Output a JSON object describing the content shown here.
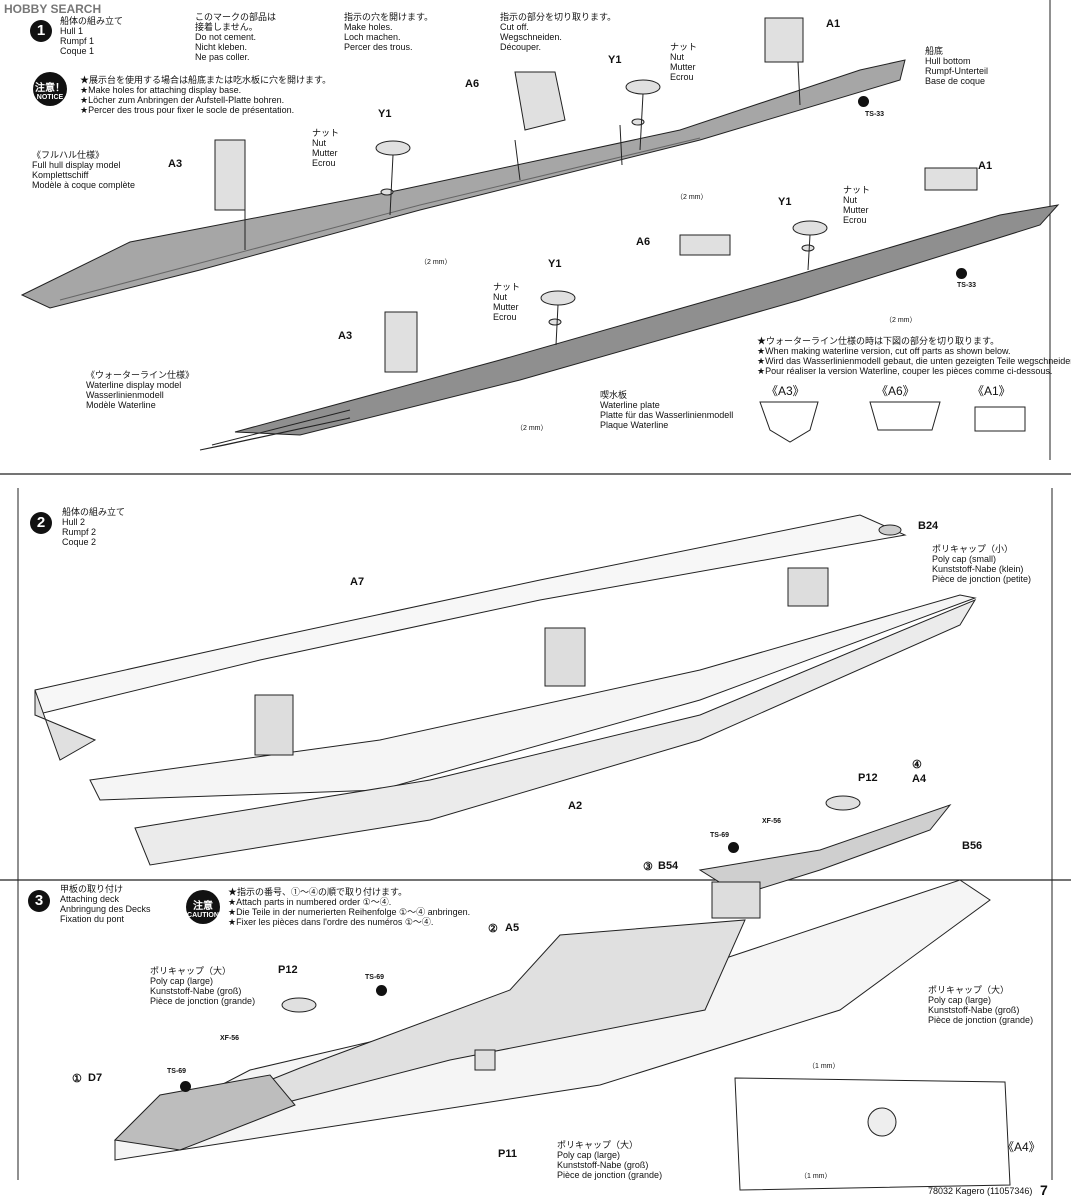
{
  "watermark": "HOBBY SEARCH",
  "legend": {
    "no_cement": [
      "このマークの部品は",
      "接着しません。",
      "Do not cement.",
      "Nicht kleben.",
      "Ne pas coller."
    ],
    "make_holes": [
      "指示の穴を開けます。",
      "Make holes.",
      "Loch machen.",
      "Percer des trous."
    ],
    "cut_off": [
      "指示の部分を切り取ります。",
      "Cut off.",
      "Wegschneiden.",
      "Découper."
    ]
  },
  "step1": {
    "number": "1",
    "title": [
      "船体の組み立て",
      "Hull 1",
      "Rumpf 1",
      "Coque 1"
    ],
    "notice_jp": "注意！",
    "notice_en": "NOTICE",
    "notice": [
      "★展示台を使用する場合は船底または吃水板に穴を開けます。",
      "★Make holes for attaching display base.",
      "★Löcher zum Anbringen der Aufstell-Platte bohren.",
      "★Percer des trous pour fixer le socle de présentation."
    ],
    "full_hull": [
      "《フルハル仕様》",
      "Full hull display model",
      "Komplettschiff",
      "Modèle à coque complète"
    ],
    "waterline": [
      "《ウォーターライン仕様》",
      "Waterline display model",
      "Wasserlinienmodell",
      "Modèle Waterline"
    ],
    "hull_bottom": [
      "船底",
      "Hull bottom",
      "Rumpf-Unterteil",
      "Base de coque"
    ],
    "waterline_plate": [
      "喫水板",
      "Waterline plate",
      "Platte für das Wasserlinienmodell",
      "Plaque Waterline"
    ],
    "nut": [
      "ナット",
      "Nut",
      "Mutter",
      "Ecrou"
    ],
    "cutoff_note": [
      "★ウォーターライン仕様の時は下図の部分を切り取ります。",
      "★When making waterline version, cut off parts as shown below.",
      "★Wird das Wasserlinienmodell gebaut, die unten gezeigten Teile wegschneiden.",
      "★Pour réaliser la version Waterline, couper les pièces comme ci-dessous."
    ],
    "cutoff_parts": [
      "《A3》",
      "《A6》",
      "《A1》"
    ],
    "parts": {
      "a1": "A1",
      "a6": "A6",
      "a3": "A3",
      "y1": "Y1",
      "ts33": "TS-33",
      "mm2": "（2 mm）"
    }
  },
  "step2": {
    "number": "2",
    "title": [
      "船体の組み立て",
      "Hull 2",
      "Rumpf 2",
      "Coque 2"
    ],
    "polycap_small": [
      "ポリキャップ（小）",
      "Poly cap (small)",
      "Kunststoff-Nabe (klein)",
      "Pièce de jonction (petite)"
    ],
    "parts": {
      "a7": "A7",
      "a2": "A2",
      "b24": "B24"
    }
  },
  "step3": {
    "number": "3",
    "title": [
      "甲板の取り付け",
      "Attaching deck",
      "Anbringung des Decks",
      "Fixation du pont"
    ],
    "caution_jp": "注意",
    "caution_en": "CAUTION",
    "caution": [
      "★指示の番号、①〜④の順で取り付けます。",
      "★Attach parts in numbered order ①〜④.",
      "★Die Teile in der numerierten Reihenfolge ①〜④ anbringen.",
      "★Fixer les pièces dans l'ordre des numéros ①〜④."
    ],
    "polycap_large": [
      "ポリキャップ（大）",
      "Poly cap (large)",
      "Kunststoff-Nabe (groß)",
      "Pièce de jonction (grande)"
    ],
    "parts": {
      "p12": "P12",
      "a4": "A4",
      "c4": "④",
      "b56": "B56",
      "c3": "③",
      "b54": "B54",
      "c2": "②",
      "a5": "A5",
      "c1": "①",
      "d7": "D7",
      "p11": "P11",
      "ts69": "TS-69",
      "xf56": "XF-56",
      "mm1": "（1 mm）",
      "a4_ref": "《A4》"
    }
  },
  "footer": {
    "code": "78032 Kagero (11057346)",
    "page": "7"
  }
}
